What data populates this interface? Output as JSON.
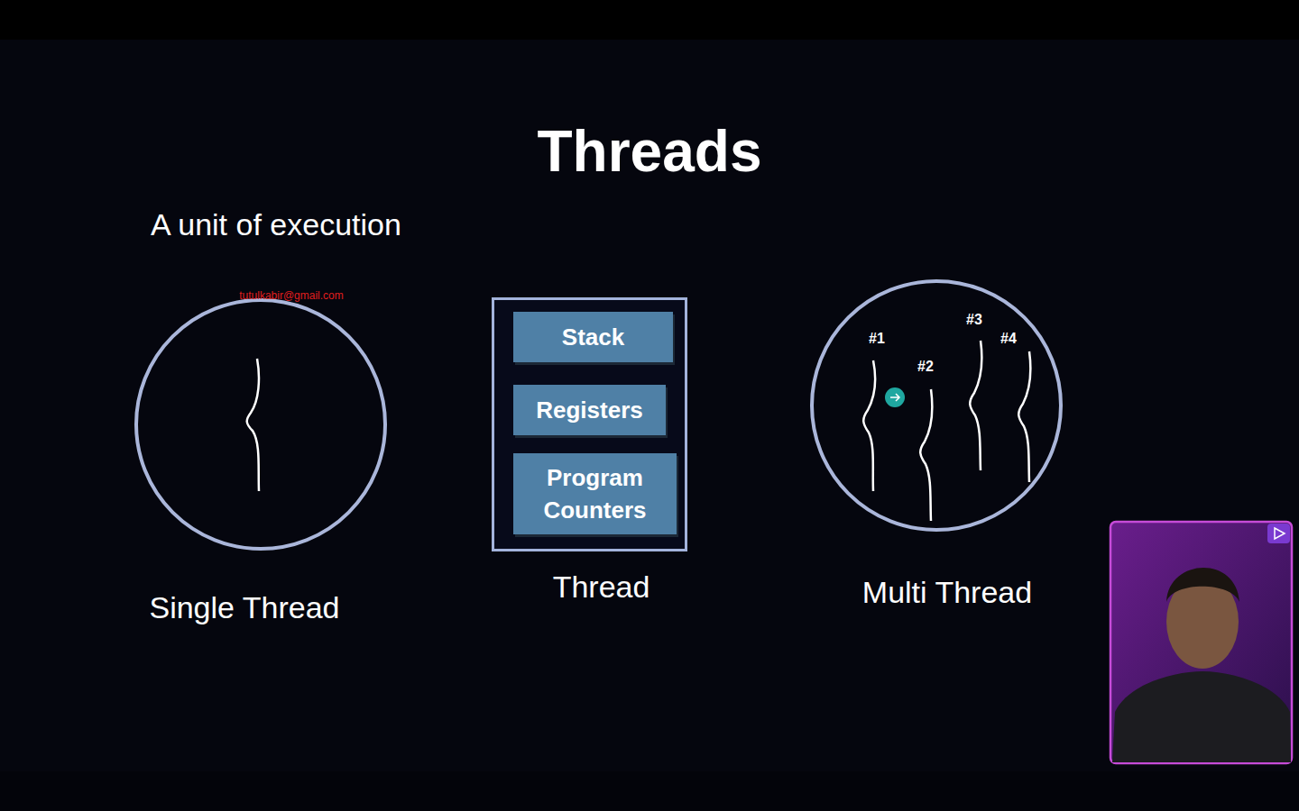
{
  "diagram": {
    "title": "Threads",
    "nodes": [
      {
        "text": [
          "Single Thread"
        ]
      },
      {
        "text": [
          "Thread"
        ]
      },
      {
        "text": [
          "Stack"
        ],
        "in": 1
      },
      {
        "text": [
          "Registers"
        ],
        "in": 1
      },
      {
        "text": [
          "Program Counters"
        ],
        "in": 1
      },
      {
        "text": [
          "Multi Thread"
        ]
      }
    ],
    "labels": [
      "A unit of execution",
      "tutulkabir@gmail.com",
      "#1",
      "#2",
      "#3",
      "#4"
    ]
  }
}
